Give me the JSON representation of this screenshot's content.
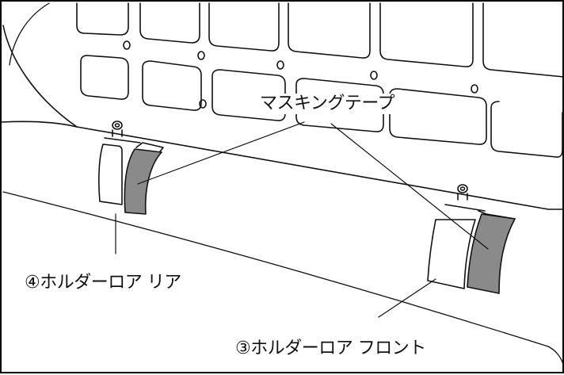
{
  "labels": {
    "masking_tape": "マスキングテープ",
    "holder_lower_rear": "④ホルダーロア リア",
    "holder_lower_front": "③ホルダーロア フロント"
  },
  "colors": {
    "line": "#111111",
    "tape": "#8a8a8a",
    "background": "#ffffff"
  }
}
